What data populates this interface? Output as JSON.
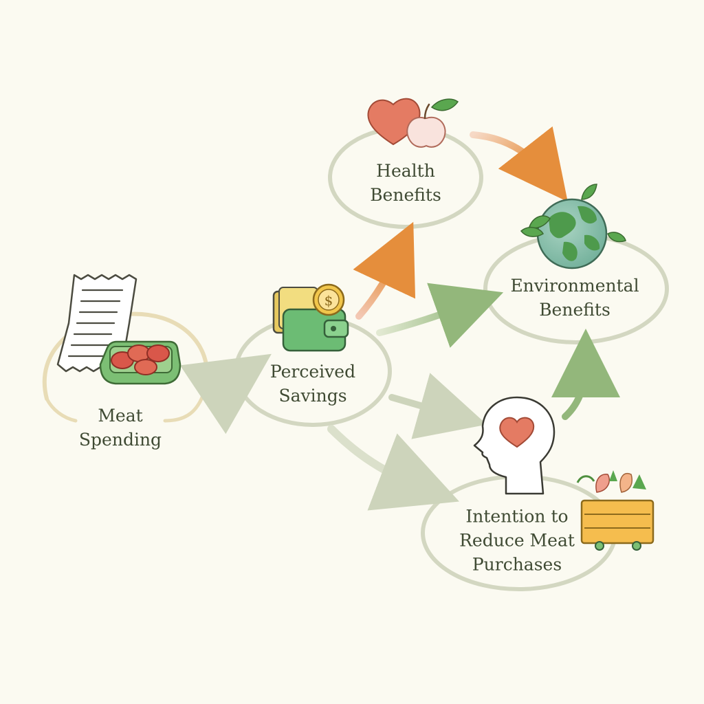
{
  "nodes": {
    "meat_spending": {
      "line1": "Meat",
      "line2": "Spending"
    },
    "perceived_savings": {
      "line1": "Perceived",
      "line2": "Savings"
    },
    "health_benefits": {
      "line1": "Health",
      "line2": "Benefits"
    },
    "environmental_benefits": {
      "line1": "Environmental",
      "line2": "Benefits"
    },
    "intention_reduce": {
      "line1": "Intention to",
      "line2": "Reduce Meat",
      "line3": "Purchases"
    }
  },
  "icons": {
    "meat_spending": [
      "receipt-icon",
      "meat-tray-icon"
    ],
    "perceived_savings": [
      "wallet-icon",
      "dollar-coin-icon"
    ],
    "health_benefits": [
      "heart-icon",
      "apple-icon"
    ],
    "environmental_benefits": [
      "globe-icon"
    ],
    "intention_reduce": [
      "head-with-heart-icon",
      "vegetable-basket-icon"
    ]
  },
  "edges": [
    {
      "from": "meat_spending",
      "to": "perceived_savings"
    },
    {
      "from": "perceived_savings",
      "to": "health_benefits"
    },
    {
      "from": "perceived_savings",
      "to": "environmental_benefits"
    },
    {
      "from": "perceived_savings",
      "to": "intention_reduce"
    },
    {
      "from": "health_benefits",
      "to": "environmental_benefits"
    },
    {
      "from": "intention_reduce",
      "to": "environmental_benefits"
    }
  ],
  "colors": {
    "background": "#fbfaf1",
    "ellipse": "#d3d7c1",
    "ellipse_meat": "#e8dcb6",
    "arrow_green": "#93b77b",
    "arrow_pale": "#cdd4bb",
    "arrow_orange": "#e58e3c",
    "text": "#3f4a33"
  }
}
